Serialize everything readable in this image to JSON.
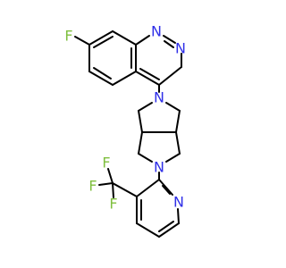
{
  "molecule": {
    "labels": {
      "f_quinazoline": "F",
      "n1": "N",
      "n3": "N",
      "n_top": "N",
      "n_bottom": "N",
      "cf3_f1": "F",
      "cf3_f2": "F",
      "cf3_f3": "F",
      "n_pyridine": "N"
    },
    "colors": {
      "bond": "#000000",
      "nitrogen": "#3030e8",
      "fluorine": "#7fbf3f"
    }
  }
}
